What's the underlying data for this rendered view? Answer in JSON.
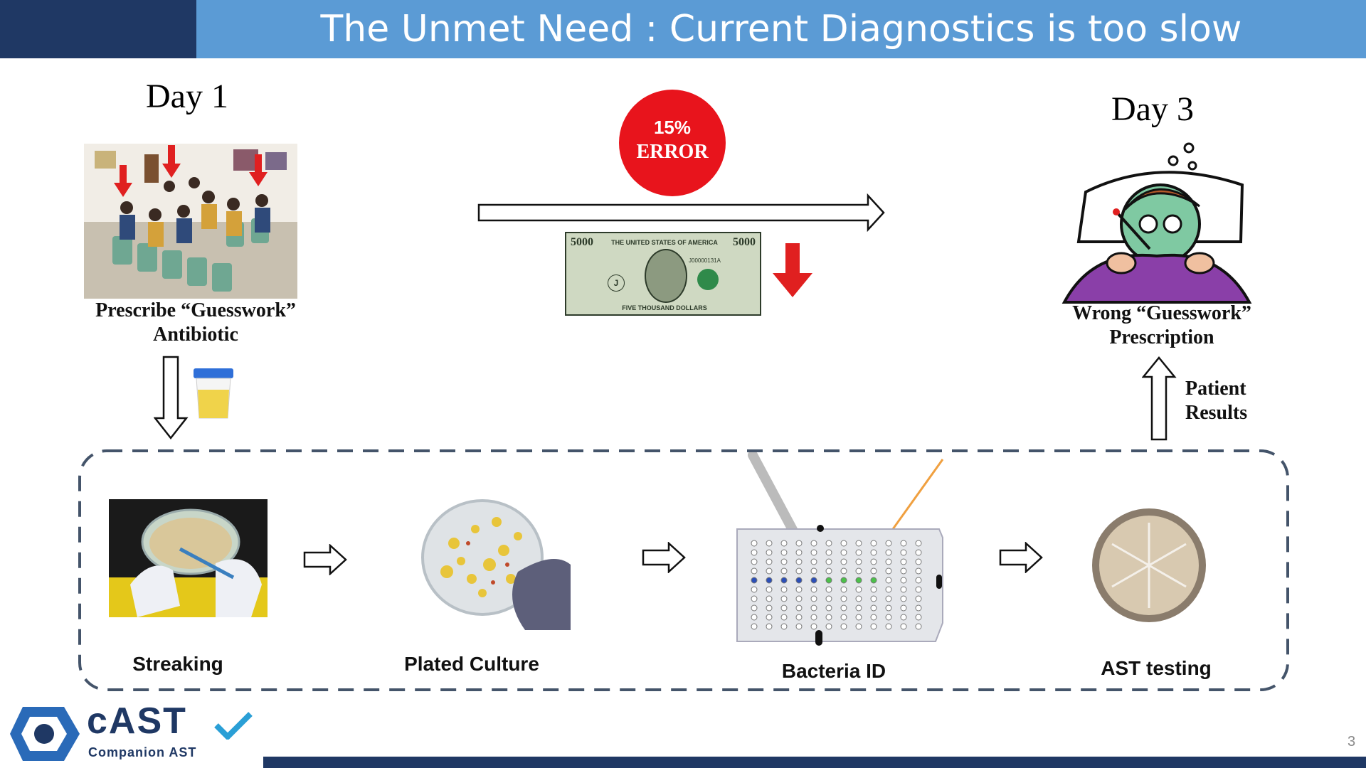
{
  "title": "The Unmet Need : Current Diagnostics is too slow",
  "day1": {
    "label": "Day 1",
    "caption_line1": "Prescribe “Guesswork”",
    "caption_line2": "Antibiotic"
  },
  "day3": {
    "label": "Day 3",
    "caption_line1": "Wrong “Guesswork”",
    "caption_line2": "Prescription"
  },
  "error_badge": {
    "line1": "15%",
    "line2": "ERROR"
  },
  "banknote": {
    "top_value": "5000",
    "header": "THE UNITED STATES OF AMERICA",
    "serial": "J00000131A",
    "letter": "J",
    "footer": "FIVE THOUSAND DOLLARS"
  },
  "patient_results": {
    "line1": "Patient",
    "line2": "Results"
  },
  "steps": [
    {
      "label": "Streaking"
    },
    {
      "label": "Plated Culture"
    },
    {
      "label": "Bacteria ID"
    },
    {
      "label": "AST testing"
    }
  ],
  "logo": {
    "name": "cAST",
    "tagline": "Companion AST"
  },
  "page_number": "3",
  "colors": {
    "title_bar": "#5b9bd5",
    "title_left": "#1f3864",
    "error_red": "#e8141c",
    "arrow_red": "#e02020"
  }
}
